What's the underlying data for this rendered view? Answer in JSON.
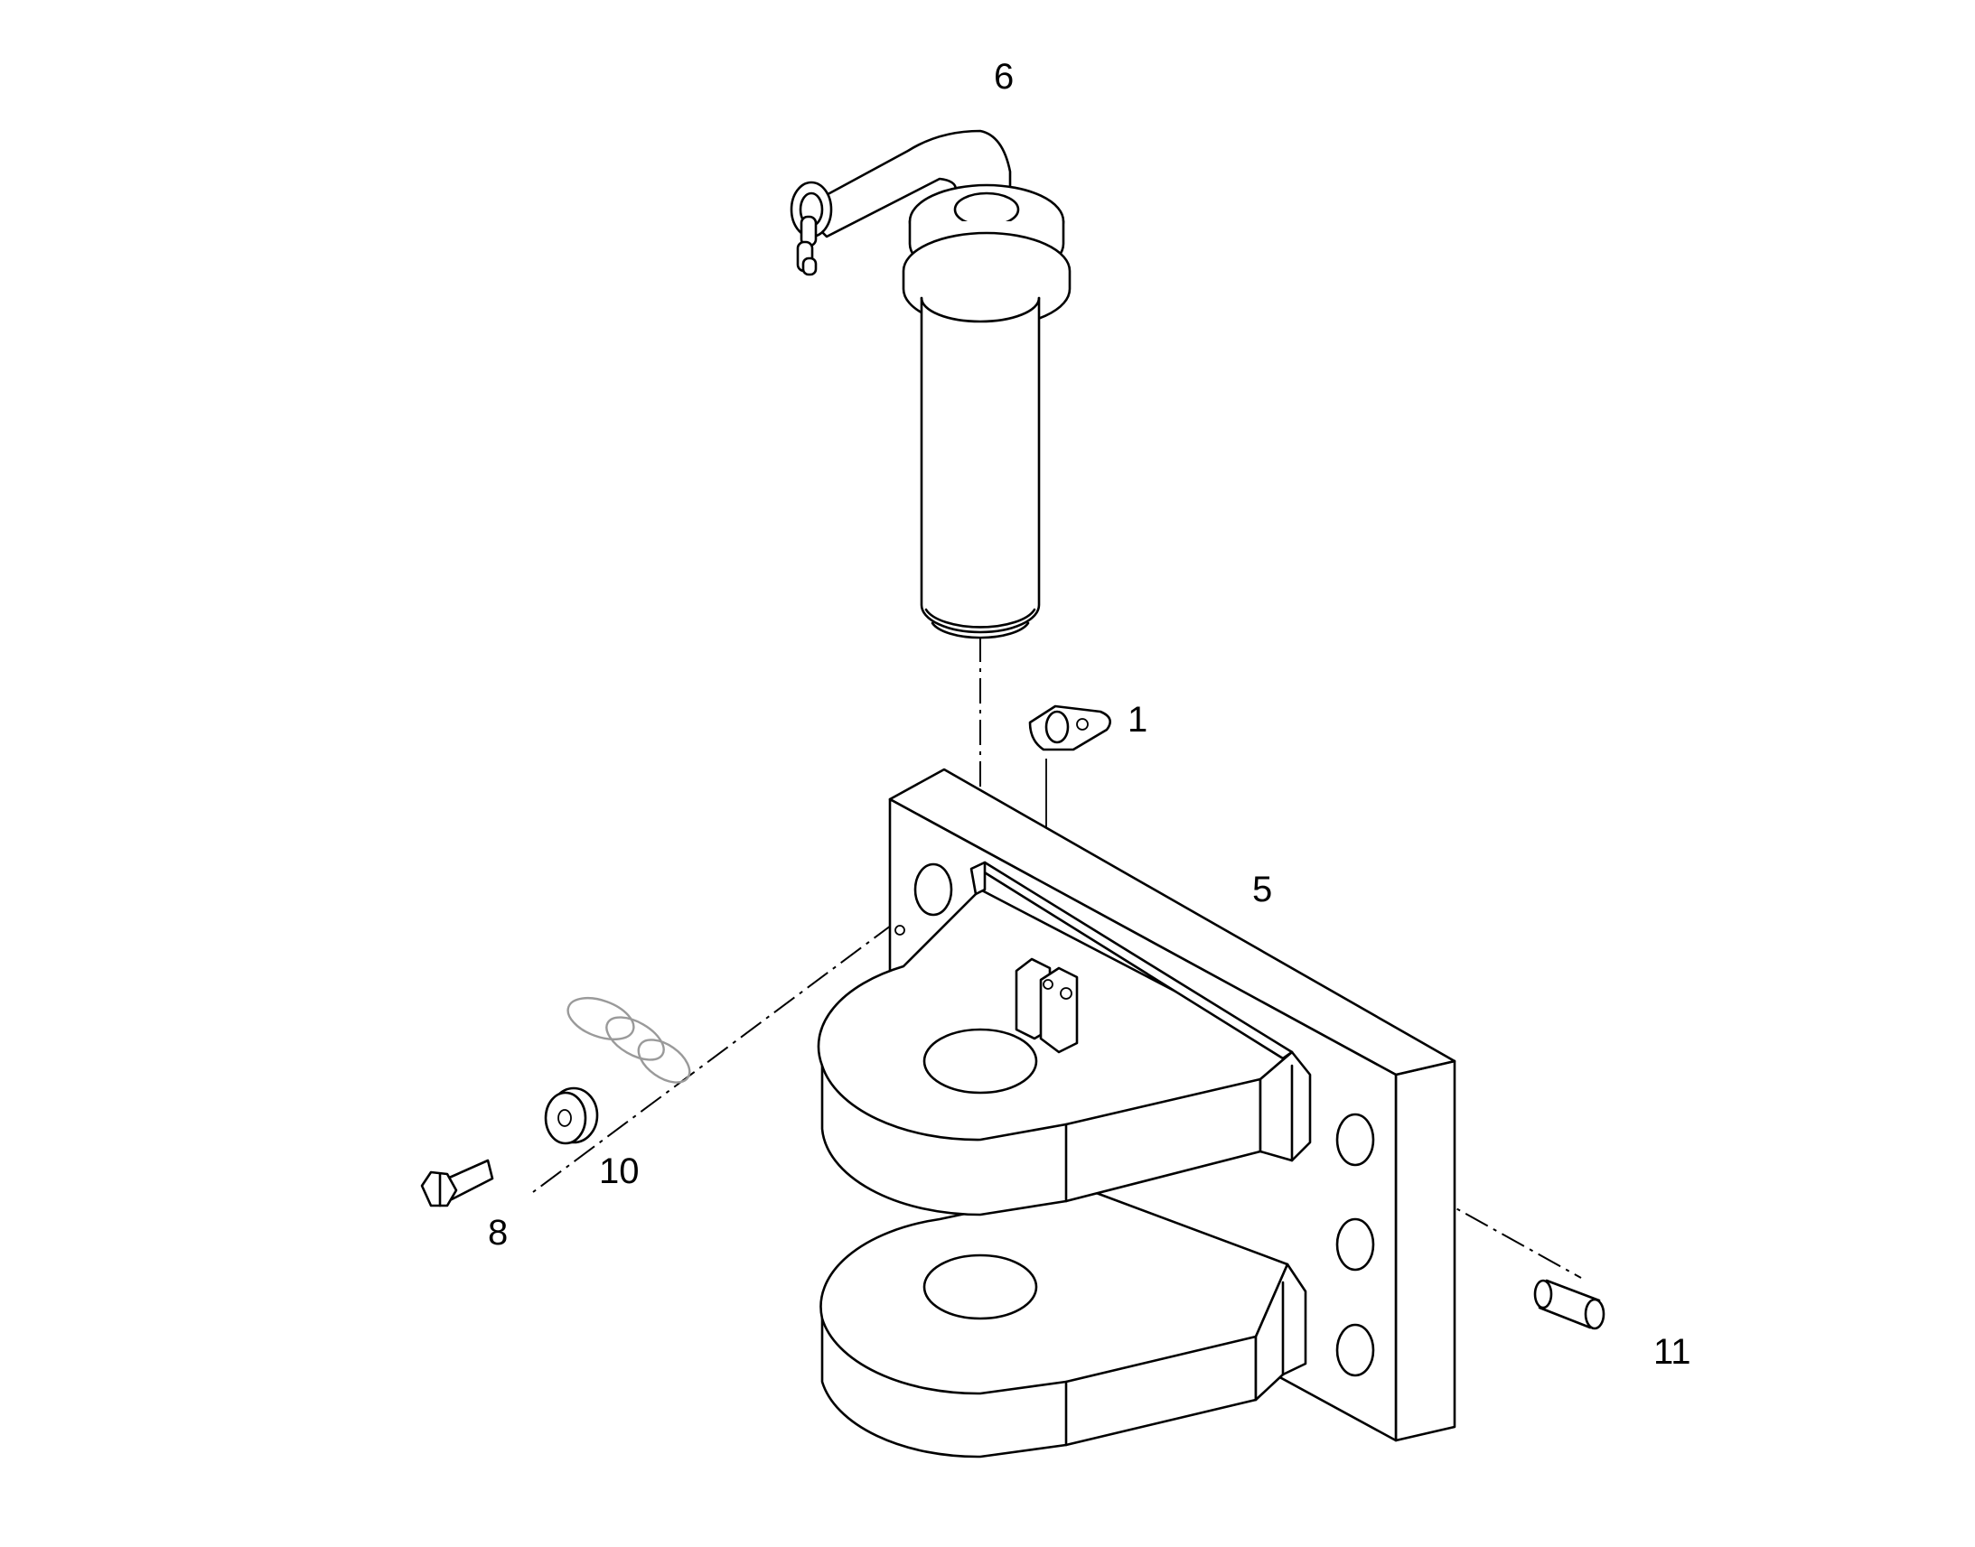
{
  "callouts": {
    "c1": "1",
    "c5": "5",
    "c6": "6",
    "c8": "8",
    "c10": "10",
    "c11": "11"
  },
  "colors": {
    "line": "#000000",
    "background": "#ffffff",
    "ghost_part": "#9a9a9a"
  }
}
